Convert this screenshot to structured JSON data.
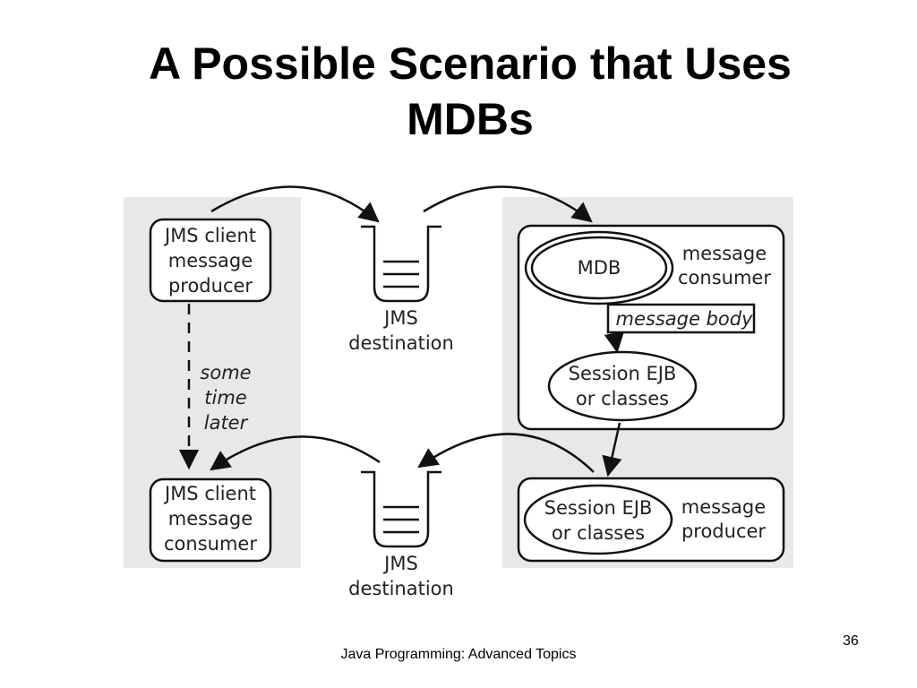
{
  "slide": {
    "title_line1": "A Possible Scenario that Uses",
    "title_line2": "MDBs",
    "footer": "Java Programming: Advanced Topics",
    "page_number": "36"
  },
  "diagram": {
    "producer_box": [
      "JMS client",
      "message",
      "producer"
    ],
    "consumer_box": [
      "JMS client",
      "message",
      "consumer"
    ],
    "delay_label": [
      "some",
      "time",
      "later"
    ],
    "destination_top": [
      "JMS",
      "destination"
    ],
    "destination_bottom": [
      "JMS",
      "destination"
    ],
    "mdb": "MDB",
    "message_consumer_label": [
      "message",
      "consumer"
    ],
    "message_body": "message body",
    "session_upper": [
      "Session EJB",
      "or classes"
    ],
    "session_lower": [
      "Session EJB",
      "or classes"
    ],
    "message_producer_label": [
      "message",
      "producer"
    ]
  },
  "colors": {
    "panel_gray": "#e8e8e8",
    "stroke": "#111111"
  }
}
